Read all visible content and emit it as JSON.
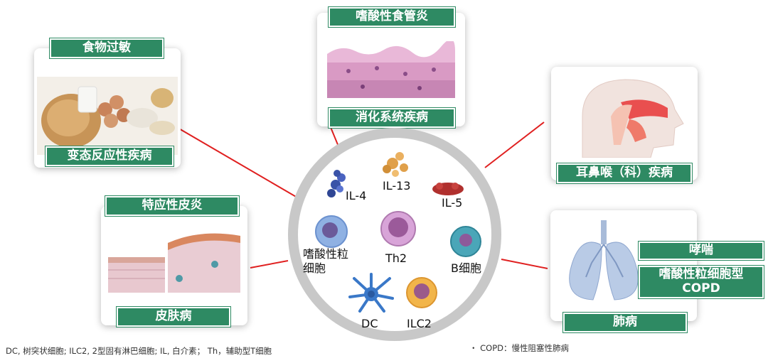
{
  "cards": {
    "food": {
      "top": "食物过敏",
      "bottom": "变态反应性疾病"
    },
    "eso": {
      "top": "嗜酸性食管炎",
      "bottom": "消化系统疾病"
    },
    "ent": {
      "bottom": "耳鼻喉（科）疾病"
    },
    "skin": {
      "top": "特应性皮炎",
      "bottom": "皮肤病"
    },
    "lung": {
      "tag1": "哮喘",
      "tag2a": "嗜酸性粒细胞型",
      "tag2b": "COPD",
      "bottom": "肺病"
    }
  },
  "center": {
    "il4": "IL-4",
    "il13": "IL-13",
    "il5": "IL-5",
    "eos_line1": "嗜酸性粒",
    "eos_line2": "细胞",
    "th2": "Th2",
    "bcell": "B细胞",
    "dc": "DC",
    "ilc2": "ILC2"
  },
  "footnotes": {
    "left": "DC, 树突状细胞; ILC2, 2型固有淋巴细胞; IL, 白介素； Th，辅助型T细胞",
    "right": "・ COPD：慢性阻塞性肺病"
  },
  "colors": {
    "tag_green": "#2e8a63",
    "connector_red": "#e02020",
    "ring_gray": "#c8c8c8"
  }
}
